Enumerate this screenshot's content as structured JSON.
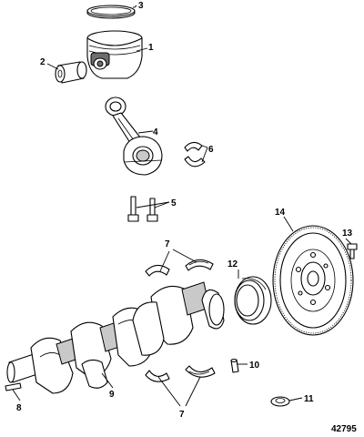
{
  "callouts": {
    "c1": "1",
    "c2": "2",
    "c3": "3",
    "c4": "4",
    "c5": "5",
    "c6": "6",
    "c7a": "7",
    "c7b": "7",
    "c8": "8",
    "c9": "9",
    "c10": "10",
    "c11": "11",
    "c12": "12",
    "c13": "13",
    "c14": "14"
  },
  "reference_number": "42795"
}
